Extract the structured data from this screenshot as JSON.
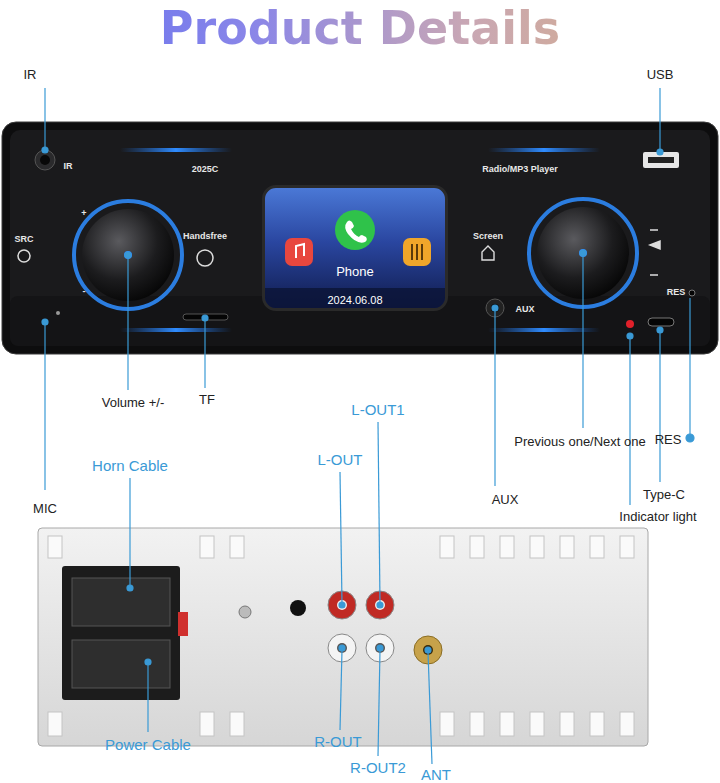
{
  "diagram": {
    "title": "Product Details",
    "nodes": [
      {
        "text": [
          "Phone",
          "2024.06.08"
        ]
      }
    ],
    "labels": [
      "IR",
      "USB",
      "IR",
      "2025C",
      "Radio/MP3 Player",
      "+",
      "SRC",
      "-",
      "Handsfree",
      "Screen",
      "AUX",
      "RES",
      "Volume +/-",
      "TF",
      "L-OUT1",
      "Previous one/Next one",
      "L-OUT",
      "Horn Cable",
      "RES",
      "AUX",
      "MIC",
      "Type-C",
      "Indicator light",
      "Power Cable",
      "R-OUT",
      "R-OUT2",
      "ANT"
    ]
  }
}
